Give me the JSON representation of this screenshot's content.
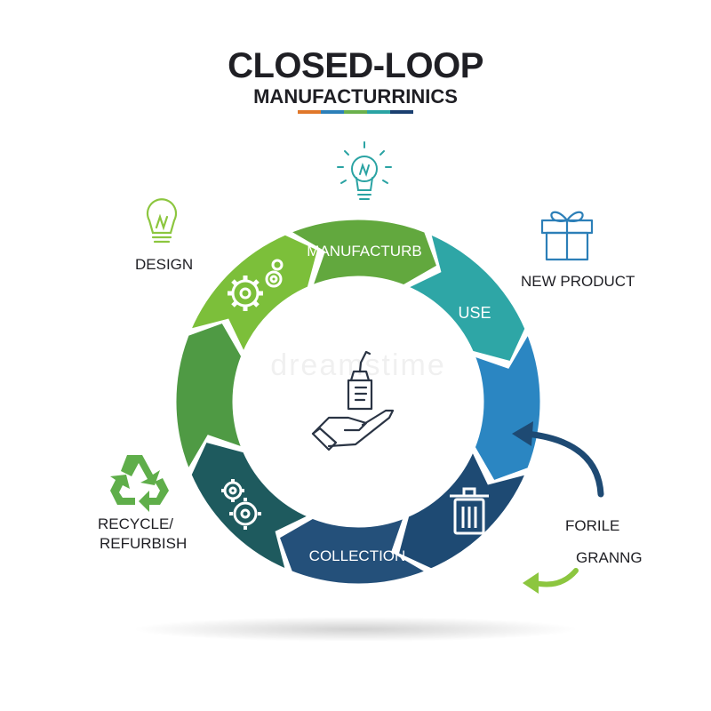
{
  "header": {
    "title": "CLOSED-LOOP",
    "subtitle": "MANUFACTURRINICS",
    "bar_colors": [
      "#e0772a",
      "#2c7fb8",
      "#6ab04c",
      "#2aa3a3",
      "#1a3f6f"
    ]
  },
  "cycle_stages": [
    {
      "label": "MANUFACTURB",
      "color": "#62a83e"
    },
    {
      "label": "USE",
      "color": "#2ea6a6"
    },
    {
      "label": "",
      "color": "#2b86c2"
    },
    {
      "label": "",
      "color": "#1e4a73"
    },
    {
      "label": "COLLECTION",
      "color": "#24507a"
    },
    {
      "label": "",
      "color": "#1e5a5e"
    },
    {
      "label": "",
      "color": "#4f9a44"
    },
    {
      "label": "",
      "color": "#7cbf3a"
    }
  ],
  "outer_labels": {
    "design": "DESIGN",
    "new_product": "NEW PRODUCT",
    "recycle": [
      "RECYCLE/",
      "REFURBISH"
    ],
    "forile": "FORILE",
    "grang": "GRANNG"
  },
  "watermark": "dreamstime",
  "icons": {
    "top": "lightbulb-icon",
    "design": "lightbulb-icon",
    "new_product": "gift-icon",
    "recycle": "recycle-icon",
    "center": "hand-holding-bottle-icon",
    "gears_green": "gears-icon",
    "gears_teal": "gears-icon",
    "trash": "trash-icon"
  },
  "colors": {
    "dark_arrow": "#1e4a73",
    "green_arrow": "#8cc63f",
    "text": "#1f1f24"
  }
}
